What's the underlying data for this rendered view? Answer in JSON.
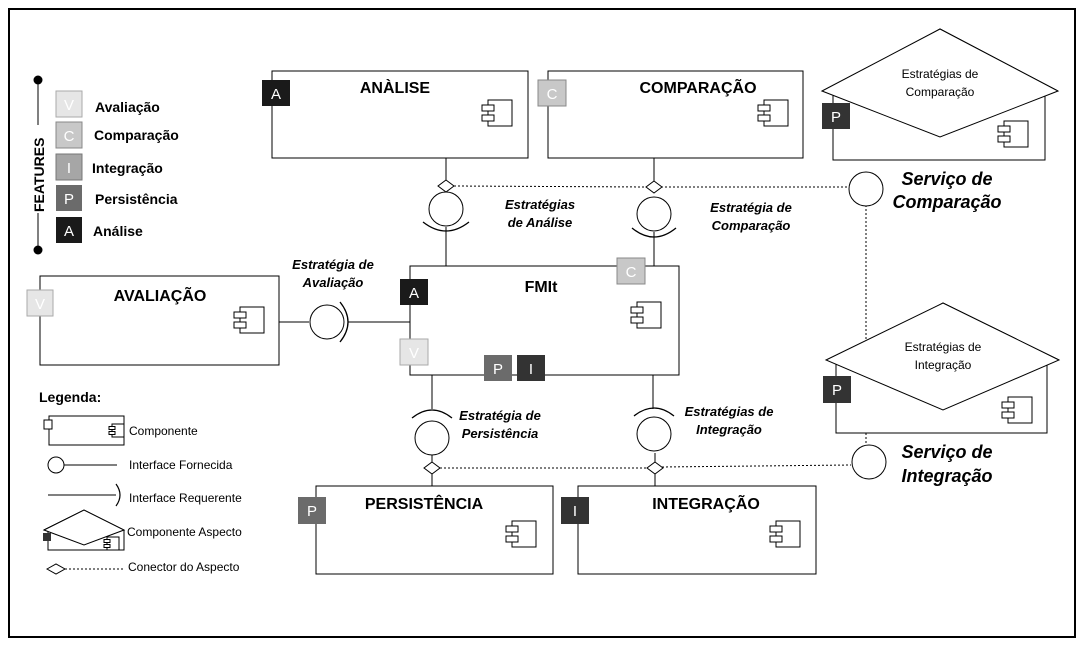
{
  "features": {
    "title": "FEATURES",
    "items": [
      {
        "letter": "V",
        "label": "Avaliação",
        "color": "#e6e6e6"
      },
      {
        "letter": "C",
        "label": "Comparação",
        "color": "#c8c8c8"
      },
      {
        "letter": "I",
        "label": "Integração",
        "color": "#a6a6a6"
      },
      {
        "letter": "P",
        "label": "Persistência",
        "color": "#6b6b6b"
      },
      {
        "letter": "A",
        "label": "Análise",
        "color": "#1a1a1a"
      }
    ]
  },
  "components": {
    "analise": {
      "name": "ANÀLISE",
      "badge": "A"
    },
    "comparacao": {
      "name": "COMPARAÇÃO",
      "badge": "C"
    },
    "fmit": {
      "name": "FMIt",
      "badges": [
        "A",
        "C",
        "V",
        "P",
        "I"
      ]
    },
    "avaliacao": {
      "name": "AVALIAÇÃO",
      "badge": "V"
    },
    "persistencia": {
      "name": "PERSISTÊNCIA",
      "badge": "P"
    },
    "integracao": {
      "name": "INTEGRAÇÃO",
      "badge": "I"
    }
  },
  "aspects": {
    "comparacao": {
      "line1": "Estratégias de",
      "line2": "Comparação",
      "badge": "P"
    },
    "integracao": {
      "line1": "Estratégias de",
      "line2": "Integração",
      "badge": "P"
    }
  },
  "interfaces": {
    "analise": {
      "line1": "Estratégias",
      "line2": "de Análise"
    },
    "comparacao": {
      "line1": "Estratégia de",
      "line2": "Comparação"
    },
    "avaliacao": {
      "line1": "Estratégia de",
      "line2": "Avaliação"
    },
    "persistencia": {
      "line1": "Estratégia de",
      "line2": "Persistência"
    },
    "integracao": {
      "line1": "Estratégias de",
      "line2": "Integração"
    }
  },
  "services": {
    "comparacao": {
      "line1": "Serviço de",
      "line2": "Comparação"
    },
    "integracao": {
      "line1": "Serviço de",
      "line2": "Integração"
    }
  },
  "legend": {
    "title": "Legenda:",
    "items": [
      "Componente",
      "Interface Fornecida",
      "Interface Requerente",
      "Componente Aspecto",
      "Conector do Aspecto"
    ]
  }
}
